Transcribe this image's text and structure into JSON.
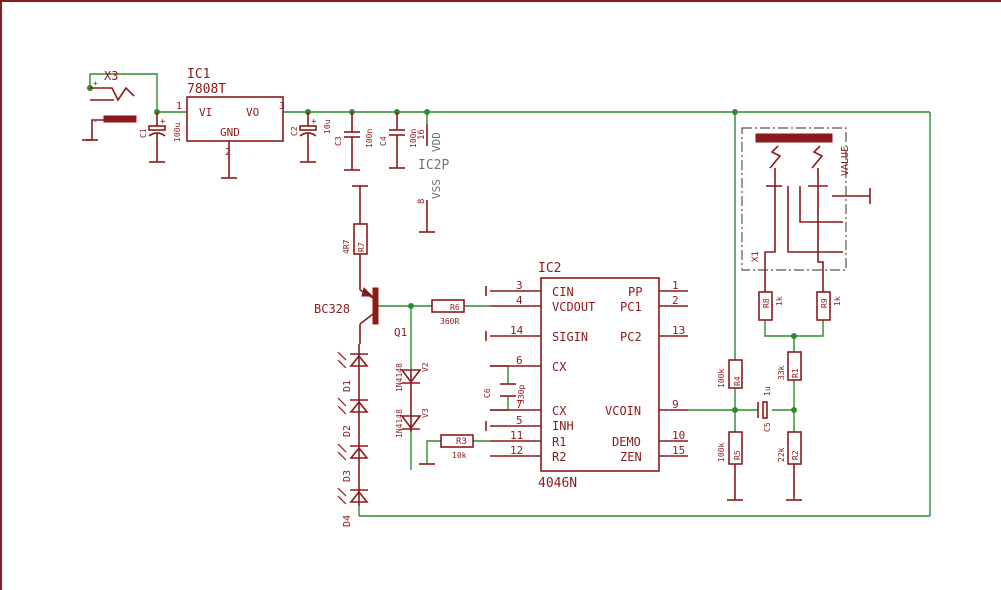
{
  "colors": {
    "wire": "#2e8b2e",
    "part": "#8b1a1a",
    "frame": "#8b1a1a",
    "label_gray": "#707070"
  },
  "labels": {
    "x3": "X3",
    "ic1": "IC1",
    "ic1_type": "7808T",
    "ic1_vi": "VI",
    "ic1_vo": "VO",
    "ic1_gnd": "GND",
    "ic1_pin1": "1",
    "ic1_pin2": "2",
    "ic1_pin3": "3",
    "c1": "C1",
    "c1_val": "100u",
    "c2": "C2",
    "c2_val": "10u",
    "c3": "C3",
    "c3_val": "100n",
    "c4": "C4",
    "c4_val": "100n",
    "vdd": "VDD",
    "vdd_pin": "16",
    "ic2p": "IC2P",
    "vss": "VSS",
    "vss_pin": "8",
    "r7": "R7",
    "r7_val": "4R7",
    "bc328": "BC328",
    "q1": "Q1",
    "r6": "R6",
    "r6_val": "360R",
    "v2": "V2",
    "v2_type": "1N4148",
    "v3": "V3",
    "v3_type": "1N4148",
    "c6": "C6",
    "c6_val": "330p",
    "r3": "R3",
    "r3_val": "10k",
    "d1": "D1",
    "d2": "D2",
    "d3": "D3",
    "d4": "D4",
    "ic2": "IC2",
    "ic2_type": "4046N",
    "pin_cin": "CIN",
    "pin_vcdout": "VCDOUT",
    "pin_sigin": "SIGIN",
    "pin_cx1": "CX",
    "pin_cx2": "CX",
    "pin_inh": "INH",
    "pin_r1": "R1",
    "pin_r2": "R2",
    "pin_pp": "PP",
    "pin_pc1": "PC1",
    "pin_pc2": "PC2",
    "pin_vcoin": "VCOIN",
    "pin_demo": "DEMO",
    "pin_zen": "ZEN",
    "pn3": "3",
    "pn4": "4",
    "pn14": "14",
    "pn6": "6",
    "pn7": "7",
    "pn5": "5",
    "pn11": "11",
    "pn12": "12",
    "pn1": "1",
    "pn2": "2",
    "pn13": "13",
    "pn9": "9",
    "pn10": "10",
    "pn15": "15",
    "r4": "R4",
    "r4_val": "100k",
    "r5": "R5",
    "r5_val": "100k",
    "c5": "C5",
    "c5_val": "1u",
    "r1": "R1",
    "r1_val": "33k",
    "r2": "R2",
    "r2_val": "22k",
    "r8": "R8",
    "r8_val": "1k",
    "r9": "R9",
    "r9_val": "1k",
    "x1": "X1",
    "value": "VALUE"
  }
}
